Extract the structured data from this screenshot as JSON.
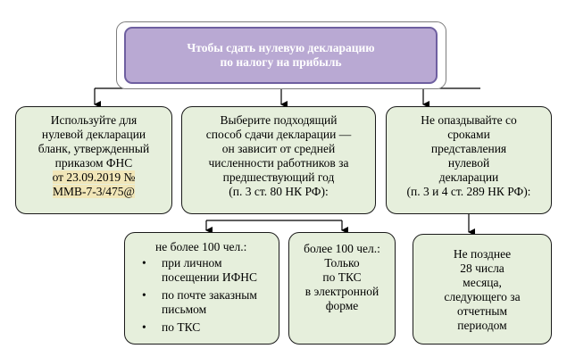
{
  "title": {
    "lines": [
      "Чтобы сдать нулевую декларацию",
      "по налогу на прибыль"
    ]
  },
  "boxes": {
    "form": {
      "lines": [
        "Используйте для",
        "нулевой декларации",
        "бланк, утвержденный",
        "приказом ФНС",
        "от 23.09.2019 №",
        "ММВ-7-3/475@"
      ]
    },
    "method": {
      "lines": [
        "Выберите подходящий",
        "способ сдачи декларации —",
        "он зависит от средней",
        "численности работников за",
        "предшествующий год",
        "(п. 3 ст. 80 НК РФ):"
      ]
    },
    "deadline": {
      "lines": [
        "Не опаздывайте со",
        "сроками",
        "представления",
        "нулевой",
        "декларации",
        "(п. 3 и 4 ст. 289 НК РФ):"
      ]
    },
    "small_staff": {
      "heading": "не более 100 чел.:",
      "items": [
        {
          "lines": [
            "при личном",
            "посещении ИФНС"
          ]
        },
        {
          "lines": [
            "по почте заказным",
            "письмом"
          ]
        },
        {
          "lines": [
            "по ТКС"
          ]
        }
      ],
      "bullet": "•"
    },
    "large_staff": {
      "lines": [
        "более 100 чел.:",
        "Только",
        "по ТКС",
        "в электронной",
        "форме"
      ]
    },
    "due_date": {
      "lines": [
        "Не позднее",
        "28 числа",
        "месяца,",
        "следующего за",
        "отчетным",
        "периодом"
      ]
    }
  },
  "colors": {
    "title_fill": "#b9a9d3",
    "title_border": "#6e5fa0",
    "box_fill": "#e6efdc",
    "highlight": "#f1e6b8"
  }
}
